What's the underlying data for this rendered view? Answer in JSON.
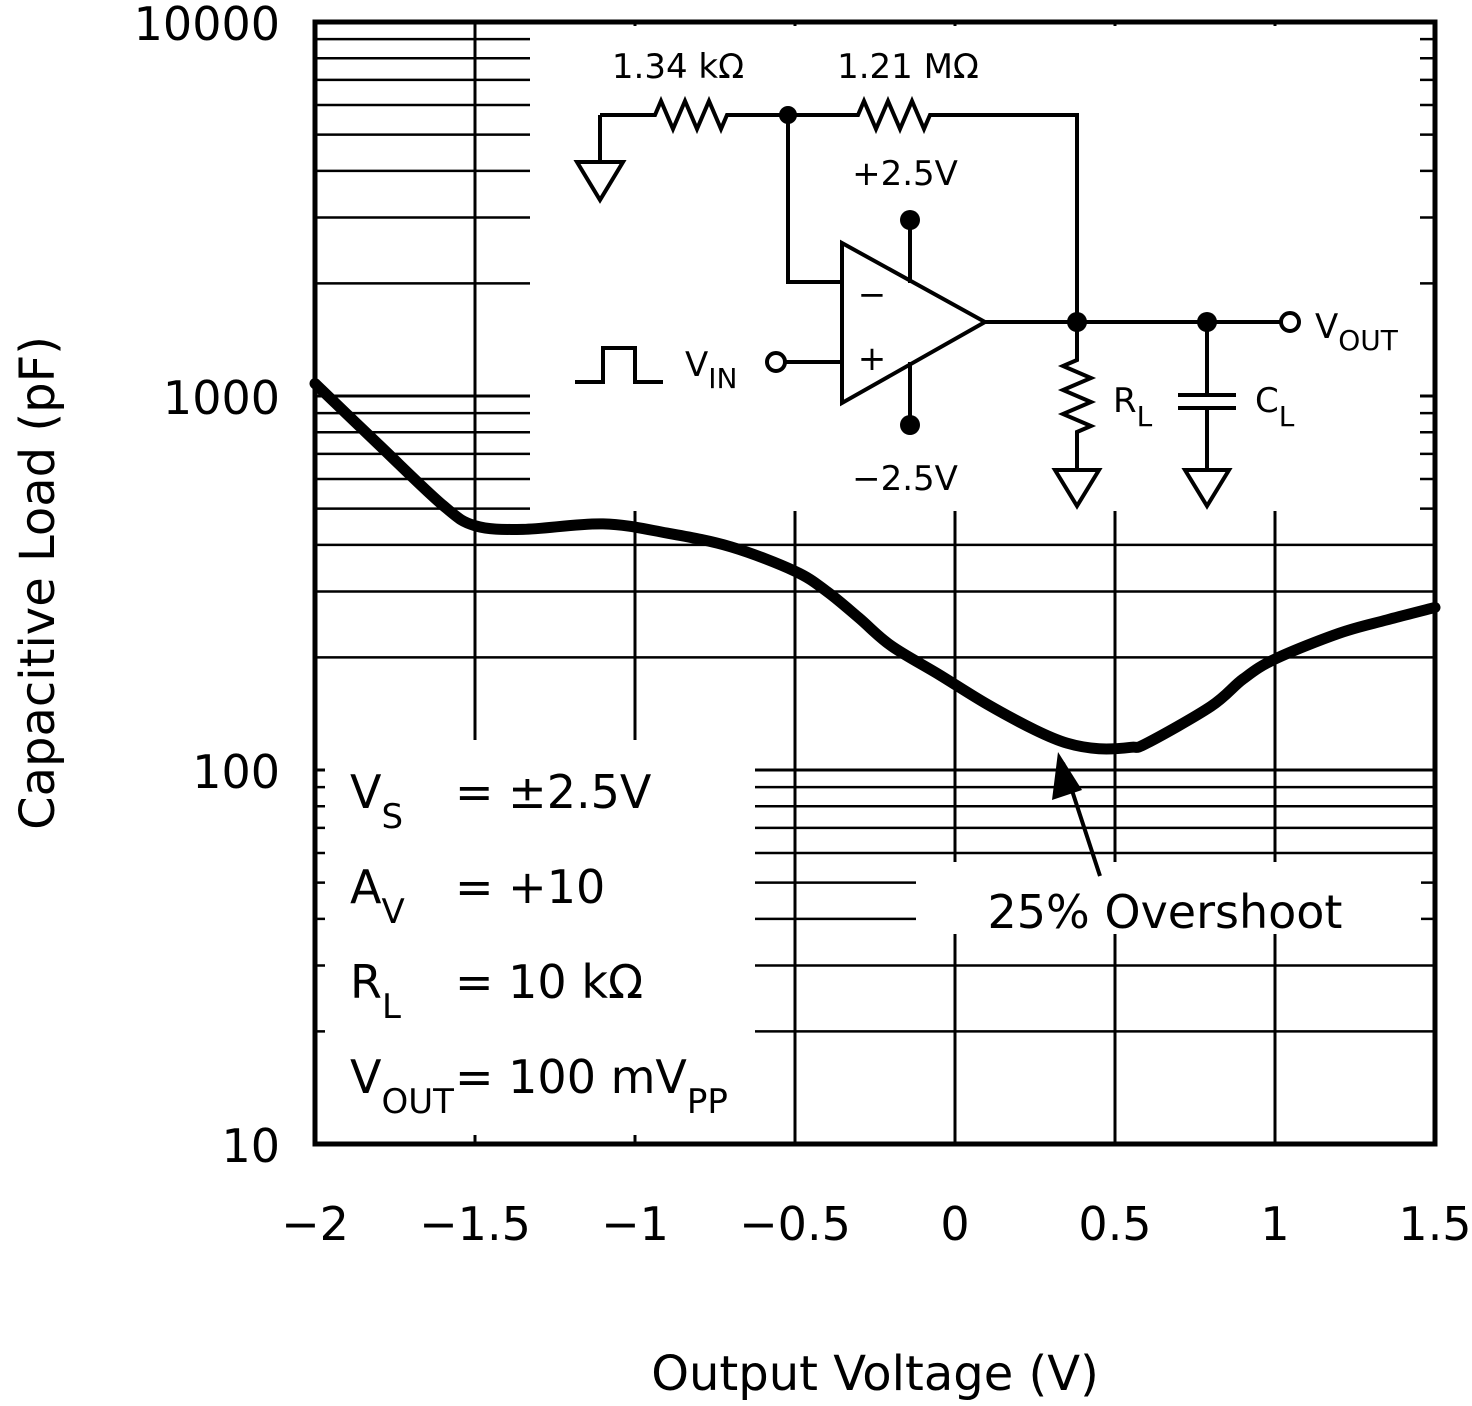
{
  "chart_data": {
    "type": "line",
    "title": "",
    "xlabel": "Output Voltage (V)",
    "ylabel": "Capacitive Load (pF)",
    "xlim": [
      -2,
      1.5
    ],
    "ylim": [
      10,
      10000
    ],
    "yscale": "log",
    "xticks": [
      -2,
      -1.5,
      -1,
      -0.5,
      0,
      0.5,
      1,
      1.5
    ],
    "xtick_labels": [
      "−2",
      "−1.5",
      "−1",
      "−0.5",
      "0",
      "0.5",
      "1",
      "1.5"
    ],
    "yticks": [
      10,
      100,
      1000,
      10000
    ],
    "ytick_labels": [
      "10",
      "100",
      "1000",
      "10000"
    ],
    "grid": true,
    "series": [
      {
        "name": "",
        "x": [
          -2.0,
          -1.8,
          -1.6,
          -1.5,
          -1.35,
          -1.1,
          -0.9,
          -0.7,
          -0.5,
          -0.4,
          -0.3,
          -0.2,
          -0.05,
          0.1,
          0.25,
          0.35,
          0.45,
          0.55,
          0.6,
          0.8,
          0.9,
          1.0,
          1.2,
          1.35,
          1.5
        ],
        "y": [
          1080,
          740,
          510,
          450,
          440,
          455,
          430,
          395,
          340,
          300,
          255,
          215,
          180,
          150,
          128,
          118,
          114,
          115,
          118,
          148,
          175,
          198,
          232,
          252,
          272
        ]
      }
    ],
    "annotations": [
      {
        "text": "25% Overshoot",
        "x": 0.32,
        "y": 118
      }
    ],
    "conditions": [
      {
        "main": "V",
        "sub": "S",
        "rest": "=  ±2.5V"
      },
      {
        "main": "A",
        "sub": "V",
        "rest": "=  +10"
      },
      {
        "main": "R",
        "sub": "L",
        "rest": "=  10 kΩ"
      },
      {
        "main": "V",
        "sub": "OUT",
        "rest": "=  100 mV",
        "sub2": "PP"
      }
    ],
    "circuit": {
      "r1": "1.34 kΩ",
      "r2": "1.21 MΩ",
      "vpos": "+2.5V",
      "vneg": "−2.5V",
      "minus": "−",
      "plus": "+",
      "vin_main": "V",
      "vin_sub": "IN",
      "vout_main": "V",
      "vout_sub": "OUT",
      "rl_main": "R",
      "rl_sub": "L",
      "cl_main": "C",
      "cl_sub": "L"
    }
  }
}
